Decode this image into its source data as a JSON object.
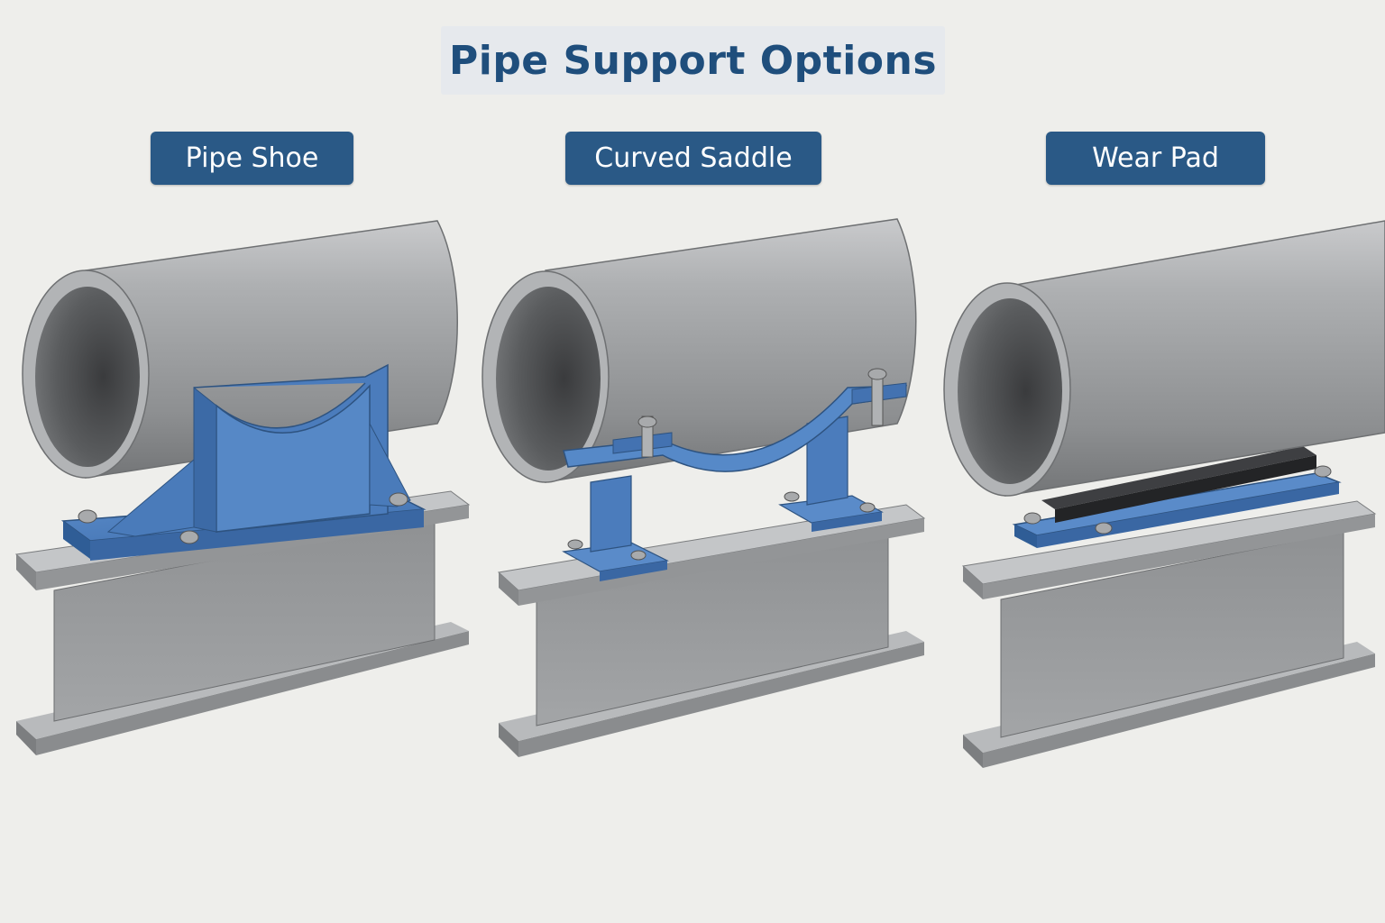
{
  "title": "Pipe Support Options",
  "options": [
    {
      "label": "Pipe Shoe"
    },
    {
      "label": "Curved Saddle"
    },
    {
      "label": "Wear Pad"
    }
  ],
  "colors": {
    "support_blue": "#4f7fbf",
    "label_background": "#2a5986",
    "title_text": "#1f4e7c",
    "steel": "#9a9c9e",
    "wear_pad": "#2b2c2e"
  }
}
